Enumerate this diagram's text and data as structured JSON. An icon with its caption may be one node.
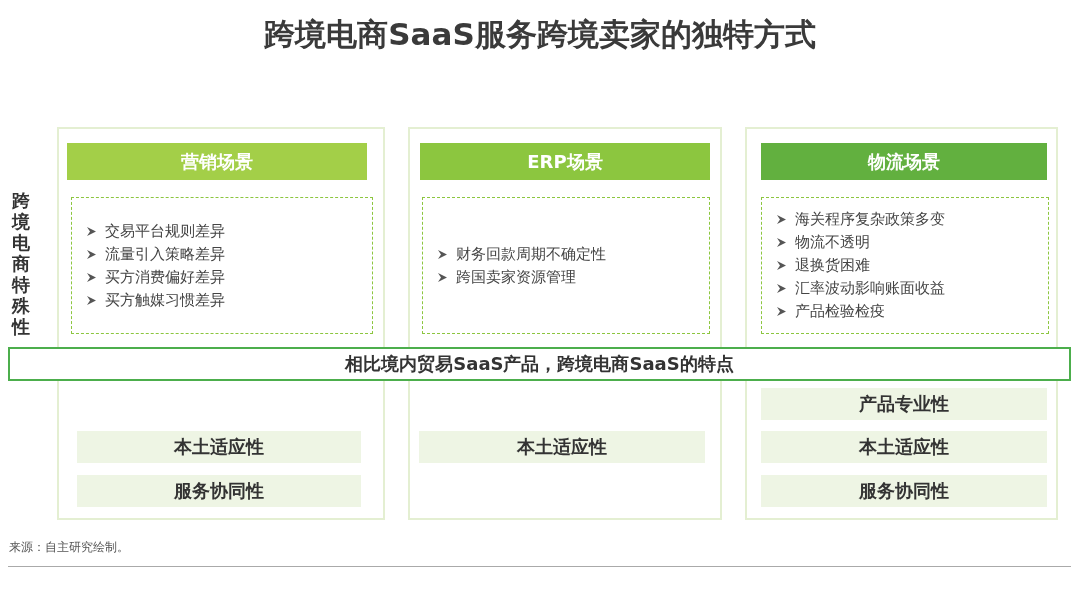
{
  "diagram": {
    "title": "跨境电商SaaS服务跨境卖家的独特方式",
    "nodes": [
      {
        "text": [],
        "shape": "box"
      },
      {
        "text": [
          "营销场景"
        ],
        "in": 0
      },
      {
        "text": [
          "交易平台规则差异",
          "流量引入策略差异",
          "买方消费偏好差异",
          "买方触媒习惯差异"
        ],
        "in": 0
      },
      {
        "text": [
          "本土适应性"
        ],
        "in": 0
      },
      {
        "text": [
          "服务协同性"
        ],
        "in": 0
      },
      {
        "text": [],
        "shape": "box"
      },
      {
        "text": [
          "ERP场景"
        ],
        "in": 5
      },
      {
        "text": [
          "财务回款周期不确定性",
          "跨国卖家资源管理"
        ],
        "in": 5
      },
      {
        "text": [
          "本土适应性"
        ],
        "in": 5
      },
      {
        "text": [],
        "shape": "box"
      },
      {
        "text": [
          "物流场景"
        ],
        "in": 9
      },
      {
        "text": [
          "海关程序复杂政策多变",
          "物流不透明",
          "退换货困难",
          "汇率波动影响账面收益",
          "产品检验检疫"
        ],
        "in": 9
      },
      {
        "text": [
          "产品专业性"
        ],
        "in": 9
      },
      {
        "text": [
          "本土适应性"
        ],
        "in": 9
      },
      {
        "text": [
          "服务协同性"
        ],
        "in": 9
      },
      {
        "text": [
          "相比境内贸易SaaS产品，跨境电商SaaS的特点"
        ]
      }
    ],
    "labels": [
      "跨境电商特殊性",
      "来源：自主研究绘制。"
    ]
  }
}
